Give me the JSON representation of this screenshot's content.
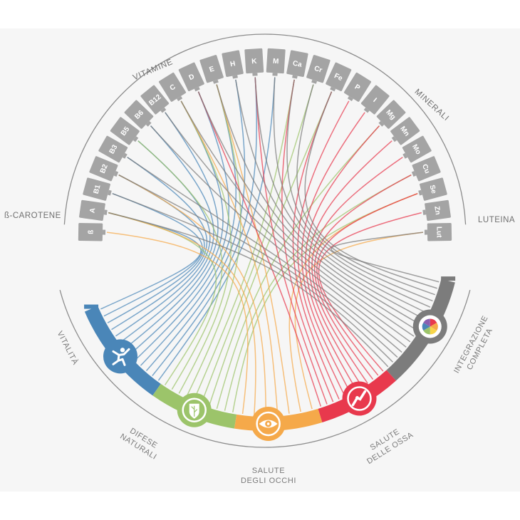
{
  "groups": {
    "vitamine": "VITAMINE",
    "minerali": "MINERALI"
  },
  "side_labels": {
    "left": "ß-CAROTENE",
    "right": "LUTEINA"
  },
  "nutrients": [
    "ß",
    "A",
    "B1",
    "B2",
    "B3",
    "B5",
    "B6",
    "B12",
    "C",
    "D",
    "E",
    "H",
    "K",
    "M",
    "Ca",
    "Cr",
    "Fe",
    "P",
    "I",
    "Mg",
    "Mn",
    "Mo",
    "Cu",
    "Se",
    "Zn",
    "Lut"
  ],
  "benefits": [
    {
      "key": "vitalita",
      "lines": [
        "VITALITÀ"
      ],
      "color": "#4a86b8",
      "icon": "person-icon",
      "count": 13
    },
    {
      "key": "difese",
      "lines": [
        "DIFESE",
        "NATURALI"
      ],
      "color": "#9cc46a",
      "icon": "shield-leaf-icon",
      "count": 10
    },
    {
      "key": "occhi",
      "lines": [
        "SALUTE",
        "DEGLI OCCHI"
      ],
      "color": "#f5a94a",
      "icon": "eye-icon",
      "count": 7
    },
    {
      "key": "ossa",
      "lines": [
        "SALUTE",
        "DELLE OSSA"
      ],
      "color": "#e8394d",
      "icon": "bone-joint-icon",
      "count": 12
    },
    {
      "key": "integrazione",
      "lines": [
        "INTEGRAZIONE",
        "COMPLETA"
      ],
      "color": "#7c7c7c",
      "icon": "color-wheel-icon",
      "count": 16
    }
  ],
  "colors": {
    "background": "#f6f6f6",
    "tile": "#a4a4a4",
    "ring": "#8c8c8c"
  }
}
